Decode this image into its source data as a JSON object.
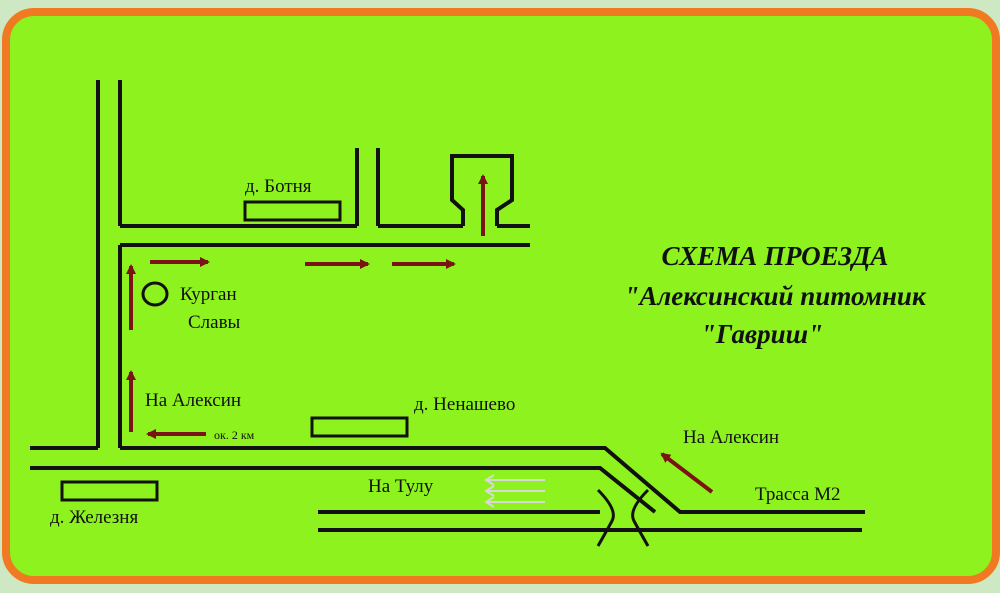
{
  "colors": {
    "background": "#8ef21f",
    "frame": "#f07a22",
    "outer": "#cfe8c4",
    "road": "#111111",
    "arrow": "#7a1414",
    "arrow_faded": "#d8d8d8"
  },
  "title": {
    "line1": "СХЕМА ПРОЕЗДА",
    "line2": "\"Алексинский питомник",
    "line3": "\"Гавриш\""
  },
  "places": {
    "botnya": "д. Ботня",
    "kurgan_line1": "Курган",
    "kurgan_line2": "Славы",
    "na_aleksin_left": "На Алексин",
    "distance": "ок. 2 км",
    "nenashevo": "д. Ненашево",
    "na_aleksin_right": "На Алексин",
    "na_tulu": "На Тулу",
    "trassa": "Трасса М2",
    "zheleznya": "д. Железня"
  },
  "icons": [
    "direction-arrow",
    "village-marker",
    "mound-marker",
    "interchange-marker",
    "destination-marker"
  ]
}
